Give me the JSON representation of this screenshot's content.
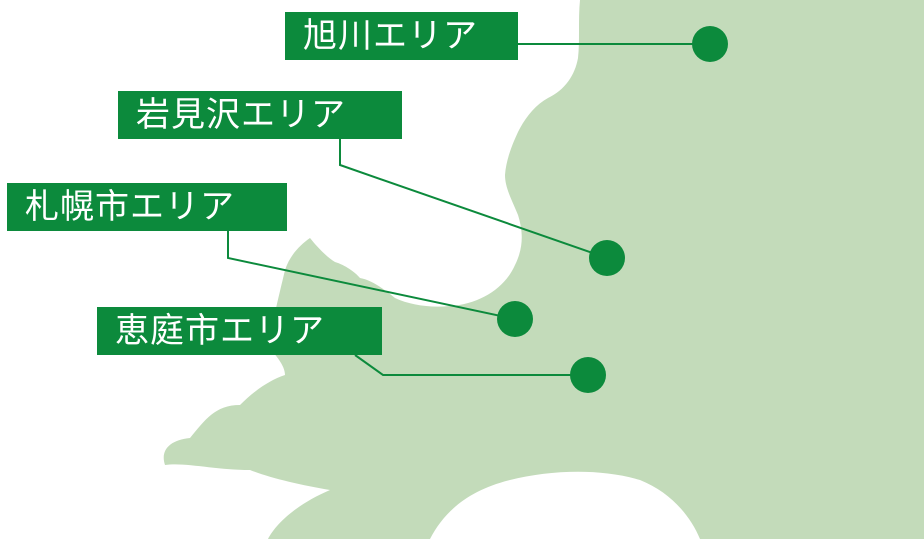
{
  "colors": {
    "land": "#c3dbba",
    "accent": "#0c8a3c",
    "label_text": "#ffffff",
    "background": "#ffffff"
  },
  "areas": [
    {
      "id": "asahikawa",
      "name": "旭川エリア"
    },
    {
      "id": "iwamizawa",
      "name": "岩見沢エリア"
    },
    {
      "id": "sapporo",
      "name": "札幌市エリア"
    },
    {
      "id": "eniwa",
      "name": "恵庭市エリア"
    }
  ]
}
